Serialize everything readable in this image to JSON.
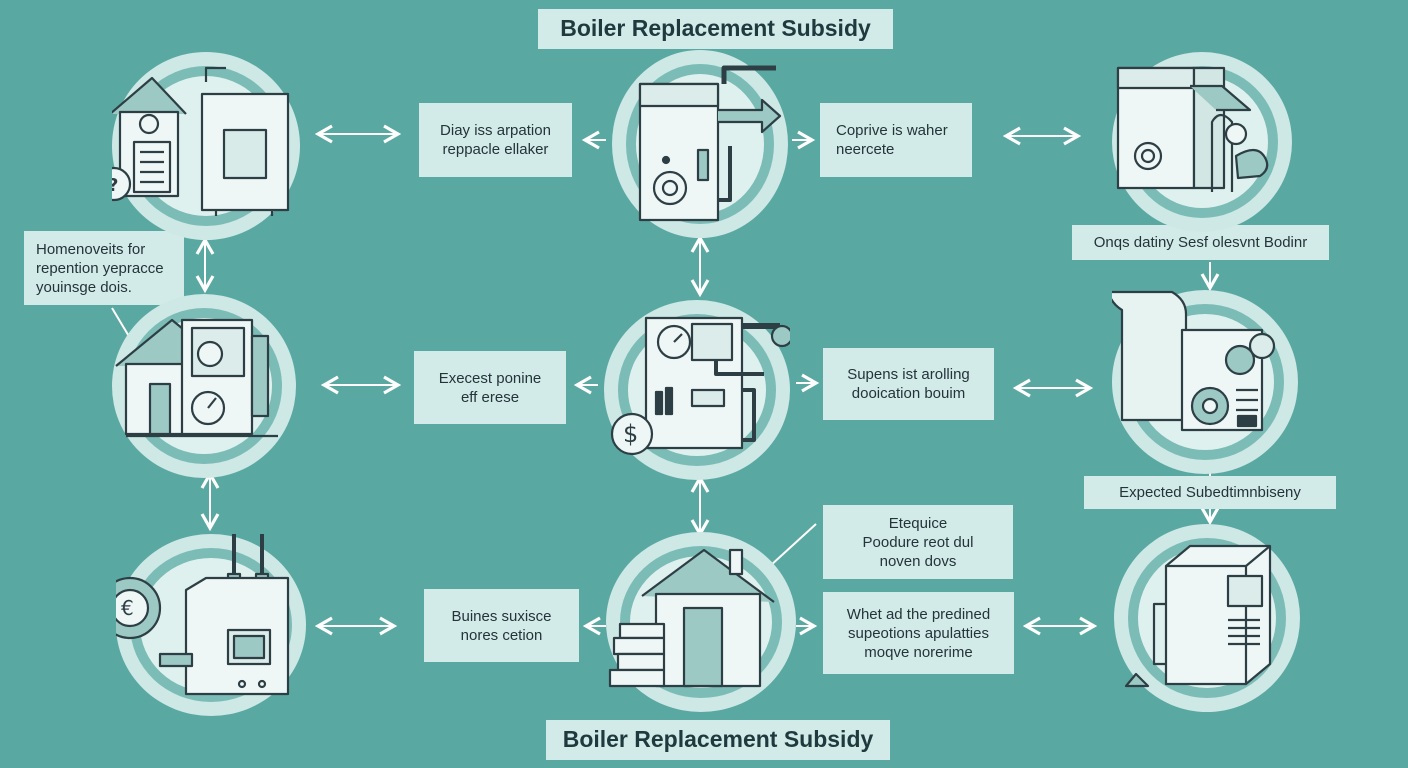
{
  "header": {
    "title": "Boiler Replacement Subsidy"
  },
  "footer": {
    "title": "Boiler Replacement Subsidy"
  },
  "labels": {
    "top_left": "Diay iss arpation\nreppacle ellaker",
    "top_right": "Coprive is waher\nneercete",
    "right_top": "Onqs datiny Sesf olesvnt Bodinr",
    "left_note": "Homenoveits for\nrepention yepracce\nyouinsge dois.",
    "mid_left": "Execest ponine\neff erese",
    "mid_right": "Supens ist arolling\ndooication bouim",
    "right_mid": "Expected Subedtimnbiseny",
    "lower_note": "Etequice\nPoodure reot dul\nnoven dovs",
    "bottom_left": "Buines suxisce\nnores cetion",
    "bottom_right": "Whet ad the predined\nsupeotions apulatties\nmoqve norerime"
  },
  "icons": {
    "c1": "house-document-boiler-icon",
    "c2": "wall-boiler-pipes-icon",
    "c3": "boiler-fan-icon",
    "c4": "house-boiler-gauge-icon",
    "c5": "boiler-gauge-dollar-icon",
    "c6": "certificate-scroll-gear-icon",
    "c7": "boiler-gear-euro-icon",
    "c8": "house-documents-icon",
    "c9": "modern-boiler-icon"
  },
  "colors": {
    "background": "#5aa8a2",
    "panel": "#d3ebe8",
    "ink": "#23343a"
  }
}
